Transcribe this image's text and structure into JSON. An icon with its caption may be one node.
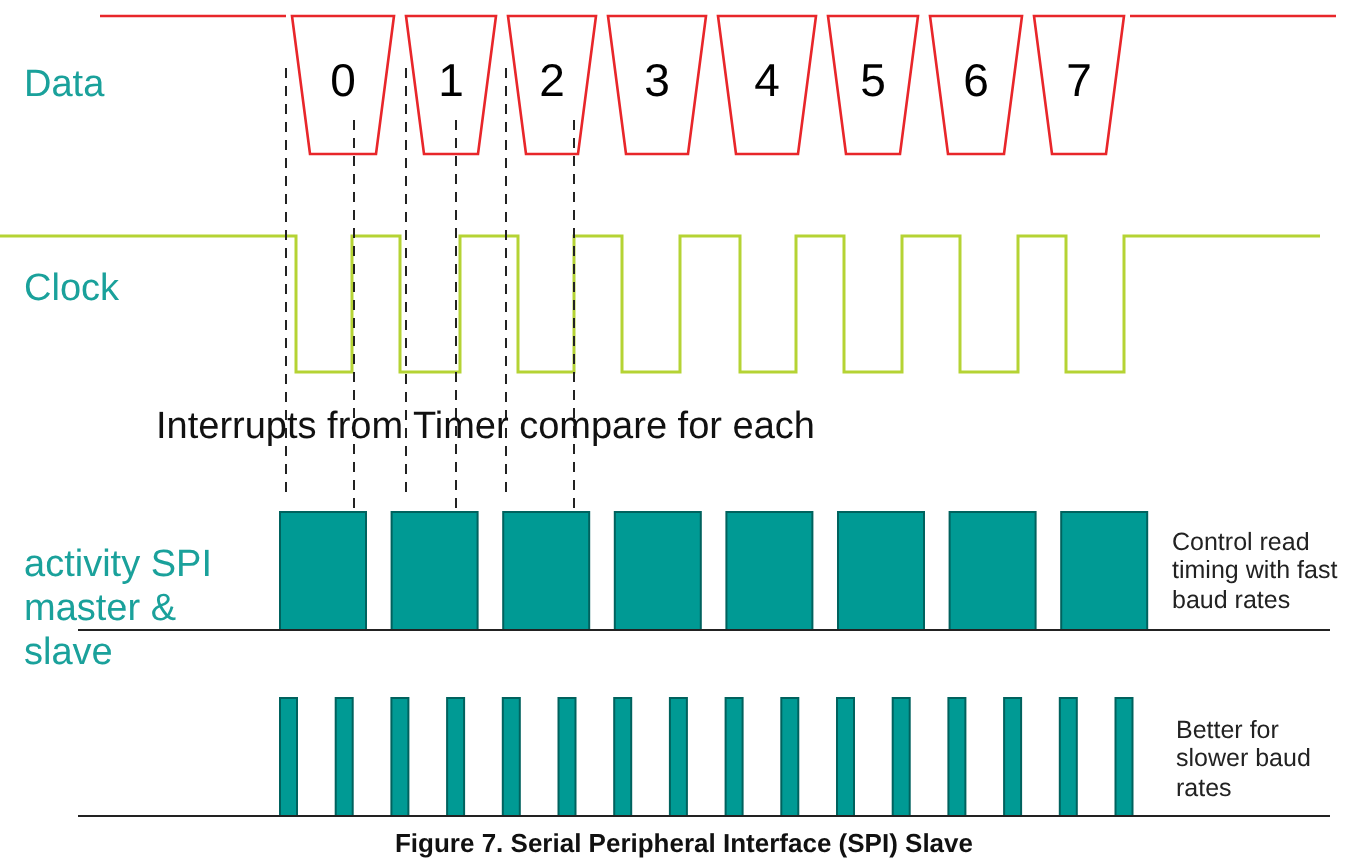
{
  "diagram": {
    "caption": "Figure 7. Serial Peripheral Interface (SPI) Slave",
    "labels": [
      "Data",
      "Clock",
      "0",
      "1",
      "2",
      "3",
      "4",
      "5",
      "6",
      "7",
      "Interrupts from Timer compare for each",
      "activity SPI master & slave",
      "Control read timing with fast baud rates",
      "Better for slower baud rates"
    ]
  }
}
